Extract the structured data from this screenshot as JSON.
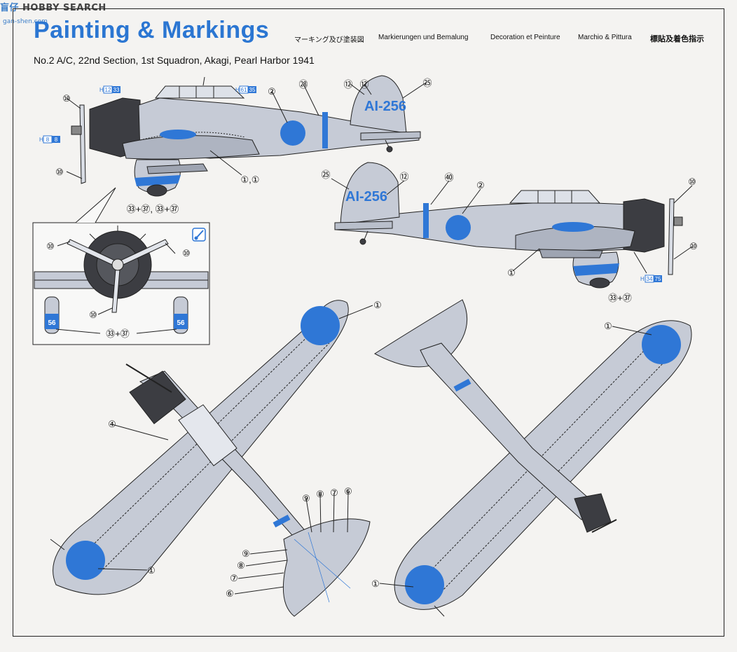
{
  "watermark": {
    "brand": "盲仔",
    "site": "HOBBY SEARCH",
    "url": "gan-shen.com"
  },
  "header": {
    "title": "Painting & Markings",
    "translations": {
      "japanese": "マーキング及び塗装図",
      "german": "Markierungen und Bemalung",
      "french": "Decoration et Peinture",
      "italian": "Marchio & Pittura",
      "chinese": "標貼及着色指示"
    }
  },
  "subtitle": "No.2 A/C, 22nd Section, 1st Squadron, Akagi, Pearl Harbor 1941",
  "tail_code": "AI-256",
  "bomb_number": "56",
  "colors": {
    "accent_blue": "#2f77d6",
    "fuselage_grey": "#c6cbd6",
    "cowling": "#3c3d42",
    "line": "#222222"
  },
  "paint_chips": [
    {
      "prefix": "H",
      "codes": [
        "12",
        "33"
      ]
    },
    {
      "prefix": "H",
      "codes": [
        "61",
        "35"
      ]
    },
    {
      "prefix": "H",
      "codes": [
        "8",
        "8"
      ]
    },
    {
      "prefix": "H",
      "codes": [
        "34",
        "75"
      ]
    }
  ],
  "callouts": {
    "c1": "①",
    "c2": "②",
    "c4": "④",
    "c6": "⑥",
    "c7": "⑦",
    "c8": "⑧",
    "c9": "⑨",
    "c10": "⑩",
    "c12": "⑫",
    "c25": "㉕",
    "c28": "㉘",
    "c40": "㊵",
    "c1_pair": "①,①",
    "c33_37": "㉝+㊲",
    "c33_37_pair": "㉝+㊲, ㉝+㊲"
  }
}
